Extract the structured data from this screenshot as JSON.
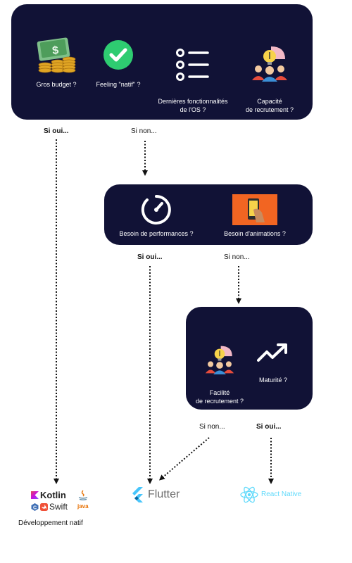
{
  "bubble1": {
    "items": [
      {
        "label": "Gros budget ?",
        "icon": "money-icon"
      },
      {
        "label": "Feeling \"natif\" ?",
        "icon": "check-icon"
      },
      {
        "label": "Dernières fonctionnalités\nde l'OS ?",
        "icon": "list-icon"
      },
      {
        "label": "Capacité\nde recrutement ?",
        "icon": "team-idea-icon"
      }
    ]
  },
  "bubble2": {
    "items": [
      {
        "label": "Besoin de performances ?",
        "icon": "gauge-icon"
      },
      {
        "label": "Besoin d'animations ?",
        "icon": "phone-animation-icon"
      }
    ]
  },
  "bubble3": {
    "items": [
      {
        "label": "Facilité\nde recrutement ?",
        "icon": "team-idea-icon"
      },
      {
        "label": "Maturité ?",
        "icon": "trend-up-icon"
      }
    ]
  },
  "branches": {
    "b1_yes": "Si oui...",
    "b1_no": "Si non...",
    "b2_yes": "Si oui...",
    "b2_no": "Si non...",
    "b3_no": "Si non...",
    "b3_yes": "Si oui..."
  },
  "outcomes": {
    "native": {
      "kotlin": "Kotlin",
      "swift": "Swift",
      "java": "java",
      "caption": "Développement natif"
    },
    "flutter": "Flutter",
    "react_native": "React Native"
  },
  "colors": {
    "bubble": "#111236",
    "check": "#2ecc71",
    "flutter": "#47c5fb",
    "react": "#61dafb"
  }
}
